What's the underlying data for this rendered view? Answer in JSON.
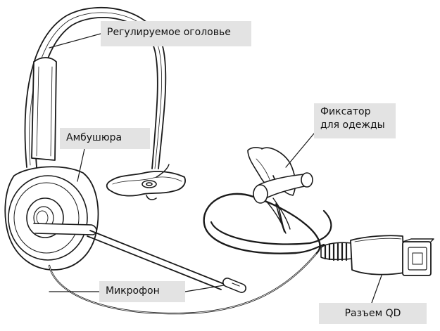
{
  "labels": {
    "headband": "Регулируемое оголовье",
    "ear_cushion": "Амбушюра",
    "clothing_clip": "Фиксатор для одежды",
    "microphone": "Микрофон",
    "qd_connector": "Разъем QD"
  },
  "colors": {
    "line": "#1a1a1a",
    "callout_bg": "#e3e3e3",
    "headband_fill": "#ffffff"
  }
}
